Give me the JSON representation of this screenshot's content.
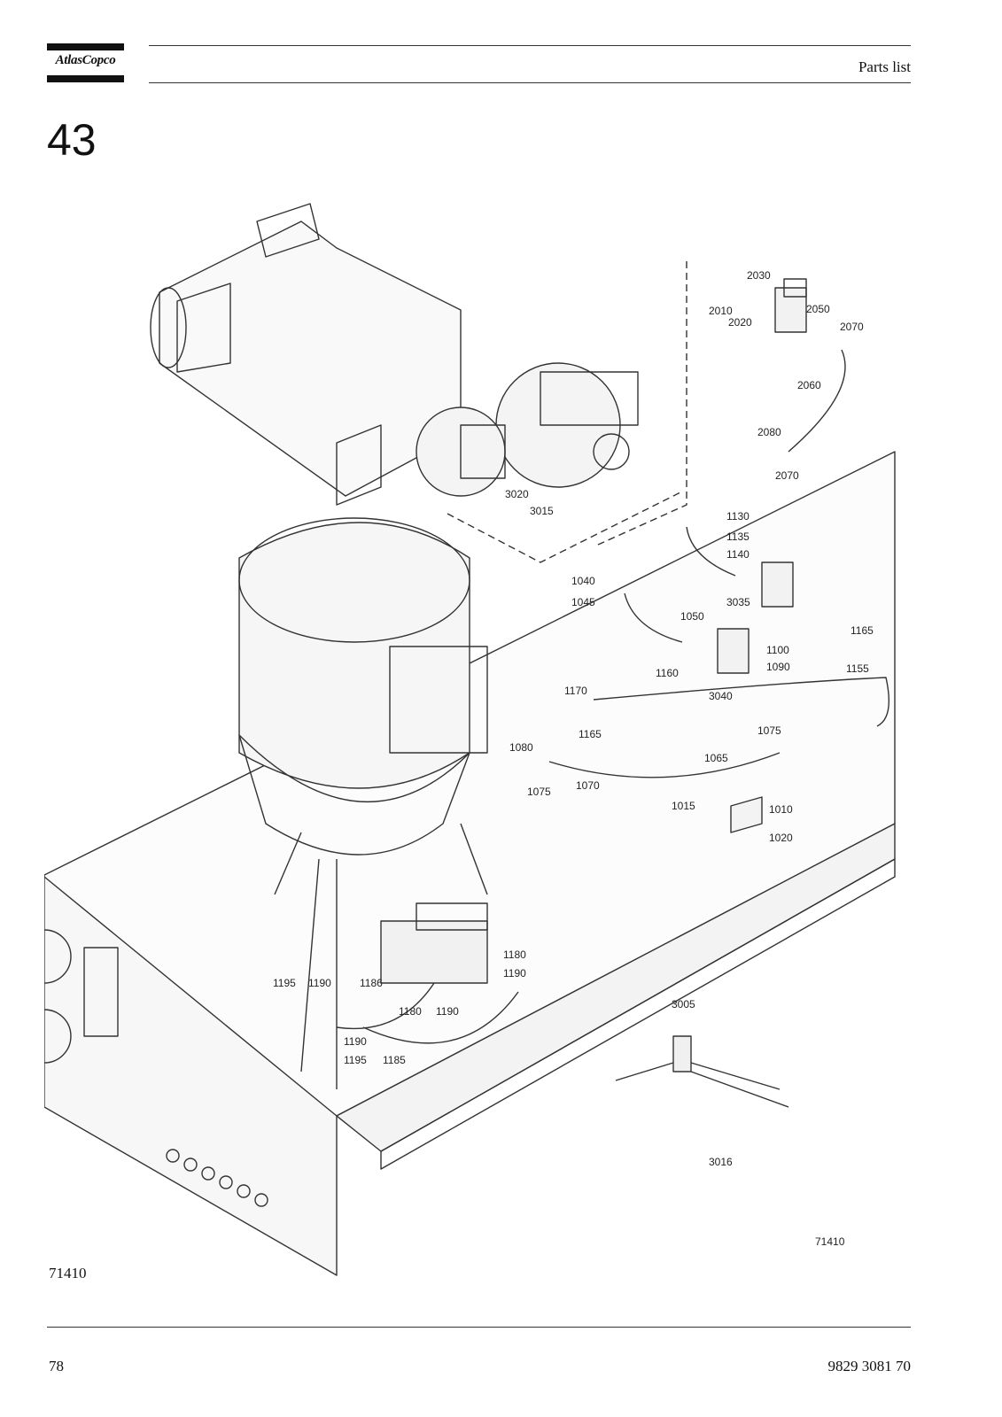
{
  "header": {
    "logo_text": "AtlasCopco",
    "section_title": "Parts list"
  },
  "chapter_number": "43",
  "figure": {
    "drawing_number": "71410",
    "callouts": [
      "2030",
      "2010",
      "2020",
      "2050",
      "2070",
      "2060",
      "2080",
      "2070",
      "3020",
      "3015",
      "1130",
      "1135",
      "1140",
      "1040",
      "1045",
      "3035",
      "1050",
      "1165",
      "1100",
      "1090",
      "1155",
      "1160",
      "3040",
      "1170",
      "1165",
      "1075",
      "1065",
      "1080",
      "1075",
      "1070",
      "1015",
      "1010",
      "1020",
      "1180",
      "1190",
      "1195",
      "1190",
      "1186",
      "1180",
      "1190",
      "1190",
      "1195",
      "1185",
      "3005",
      "3016"
    ]
  },
  "figure_caption": "71410",
  "footer": {
    "page_number": "78",
    "document_number": "9829 3081 70"
  }
}
